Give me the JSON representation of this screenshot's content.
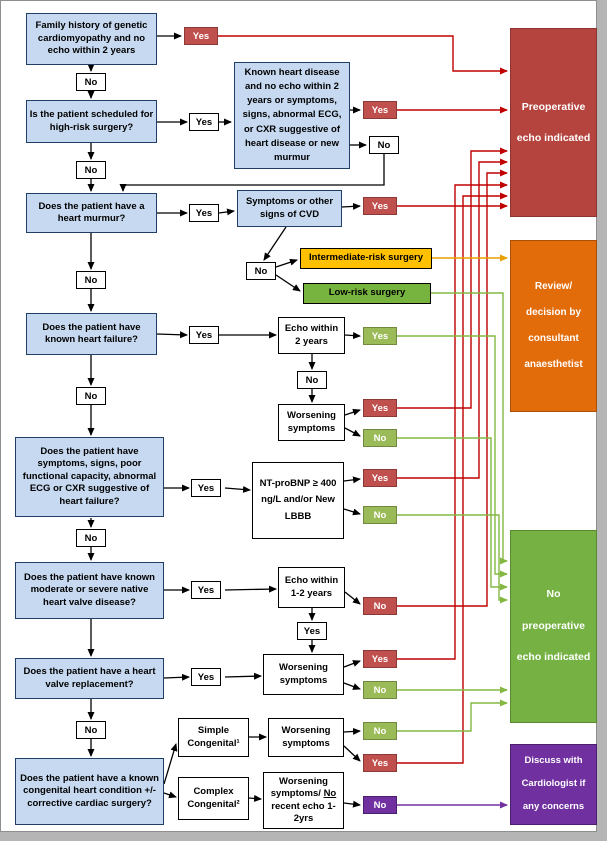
{
  "labels": {
    "yes": "Yes",
    "no": "No"
  },
  "questions": {
    "family_history": "Family history of genetic cardiomyopathy and no echo within 2 years",
    "high_risk_surgery": "Is the patient scheduled for high-risk surgery?",
    "heart_murmur": "Does the patient have a heart murmur?",
    "heart_failure": "Does the patient have known heart failure?",
    "symptoms_signs": "Does the patient have symptoms, signs, poor functional capacity, abnormal ECG or CXR suggestive of heart failure?",
    "valve_disease": "Does the patient have known moderate or severe native heart valve disease?",
    "valve_replacement": "Does the patient have a heart valve replacement?",
    "congenital": "Does the patient have a known congenital heart condition +/- corrective cardiac surgery?"
  },
  "middle": {
    "known_heart_disease": "Known heart disease and no echo within 2 years or symptoms, signs, abnormal ECG, or CXR suggestive of heart disease or new murmur",
    "symptoms_cvd": "Symptoms or other signs of CVD",
    "intermediate_risk": "Intermediate-risk surgery",
    "low_risk": "Low-risk surgery",
    "echo_2yrs": "Echo within 2 years",
    "worsening_1": "Worsening symptoms",
    "ntprobnp": "NT-proBNP ≥ 400 ng/L and/or New LBBB",
    "echo_1_2yrs": "Echo within 1-2 years",
    "worsening_2": "Worsening symptoms",
    "simple_congenital": "Simple Congenital¹",
    "worsening_3": "Worsening symptoms",
    "complex_congenital": "Complex Congenital²",
    "worsening_norecent_pre": "Worsening symptoms/",
    "worsening_norecent_no": "No",
    "worsening_norecent_post": "recent echo 1-2yrs"
  },
  "outcomes": {
    "preop_echo": "Preoperative echo indicated",
    "review": "Review/ decision by consultant anaesthetist",
    "no_echo": "No preoperative echo indicated",
    "discuss": "Discuss with Cardiologist if any concerns"
  },
  "colors": {
    "box-blue": "#c6d9f0",
    "box-blue-border": "#1f3f66",
    "chip-red": "#c0504d",
    "chip-red-border": "#8c3836",
    "chip-green": "#9bbb59",
    "chip-green-border": "#71893f",
    "amber": "#ffc000",
    "low-green": "#77b43f",
    "outcome-red": "#b5443f",
    "outcome-orange": "#e36c0a",
    "outcome-green": "#76b243",
    "purple": "#7030a0",
    "arrow-red": "#c00000",
    "arrow-green": "#84b841",
    "arrow-orange": "#e8a100",
    "arrow-purple": "#7030a0"
  }
}
